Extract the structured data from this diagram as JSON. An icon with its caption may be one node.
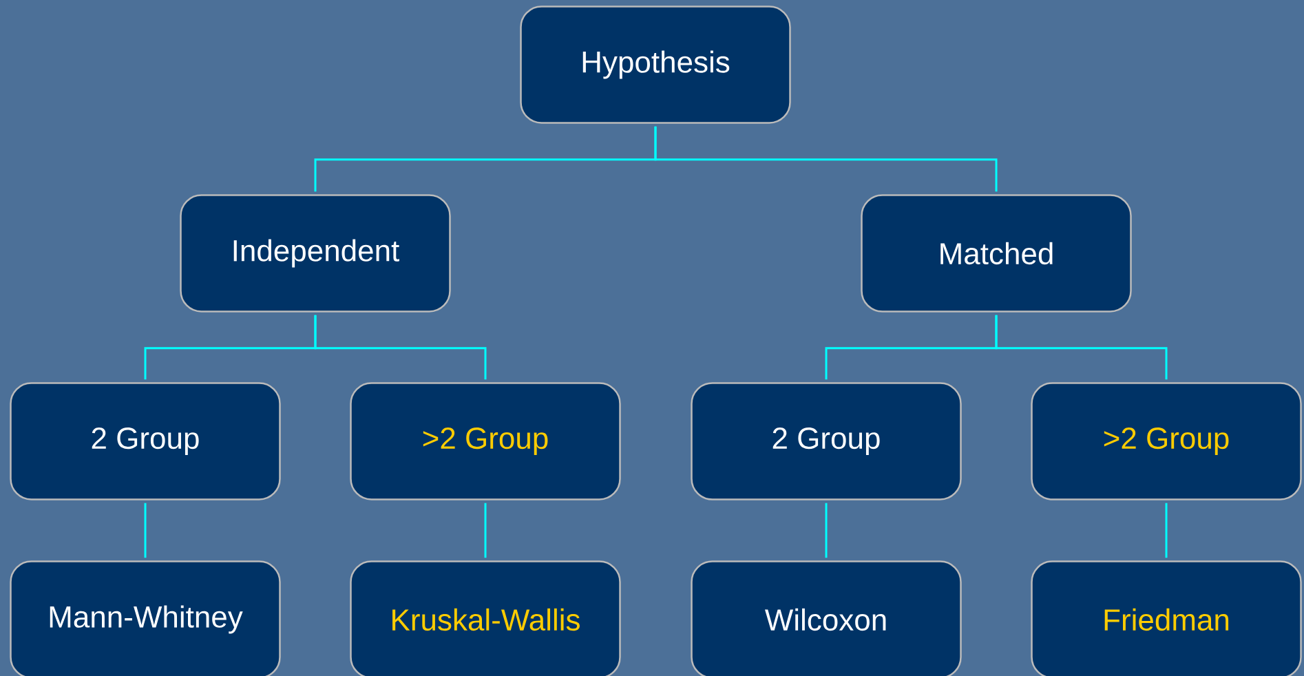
{
  "diagram": {
    "nodes": [
      {
        "text": [
          "Hypothesis"
        ]
      },
      {
        "text": [
          "Independent"
        ]
      },
      {
        "text": [
          "Matched"
        ]
      },
      {
        "text": [
          "2 Group"
        ]
      },
      {
        "text": [
          ">2 Group"
        ]
      },
      {
        "text": [
          "2 Group"
        ]
      },
      {
        "text": [
          ">2 Group"
        ]
      },
      {
        "text": [
          "Mann-Whitney"
        ]
      },
      {
        "text": [
          "Kruskal-Wallis"
        ]
      },
      {
        "text": [
          "Wilcoxon"
        ]
      },
      {
        "text": [
          "Friedman"
        ]
      }
    ],
    "edges": [
      {
        "from": 0,
        "to": 1,
        "arrow": "none"
      },
      {
        "from": 0,
        "to": 2,
        "arrow": "none"
      },
      {
        "from": 1,
        "to": 3,
        "arrow": "none"
      },
      {
        "from": 1,
        "to": 4,
        "arrow": "none"
      },
      {
        "from": 2,
        "to": 5,
        "arrow": "none"
      },
      {
        "from": 2,
        "to": 6,
        "arrow": "none"
      },
      {
        "from": 3,
        "to": 7,
        "arrow": "none"
      },
      {
        "from": 4,
        "to": 8,
        "arrow": "none"
      },
      {
        "from": 5,
        "to": 9,
        "arrow": "none"
      },
      {
        "from": 6,
        "to": 10,
        "arrow": "none"
      }
    ]
  }
}
